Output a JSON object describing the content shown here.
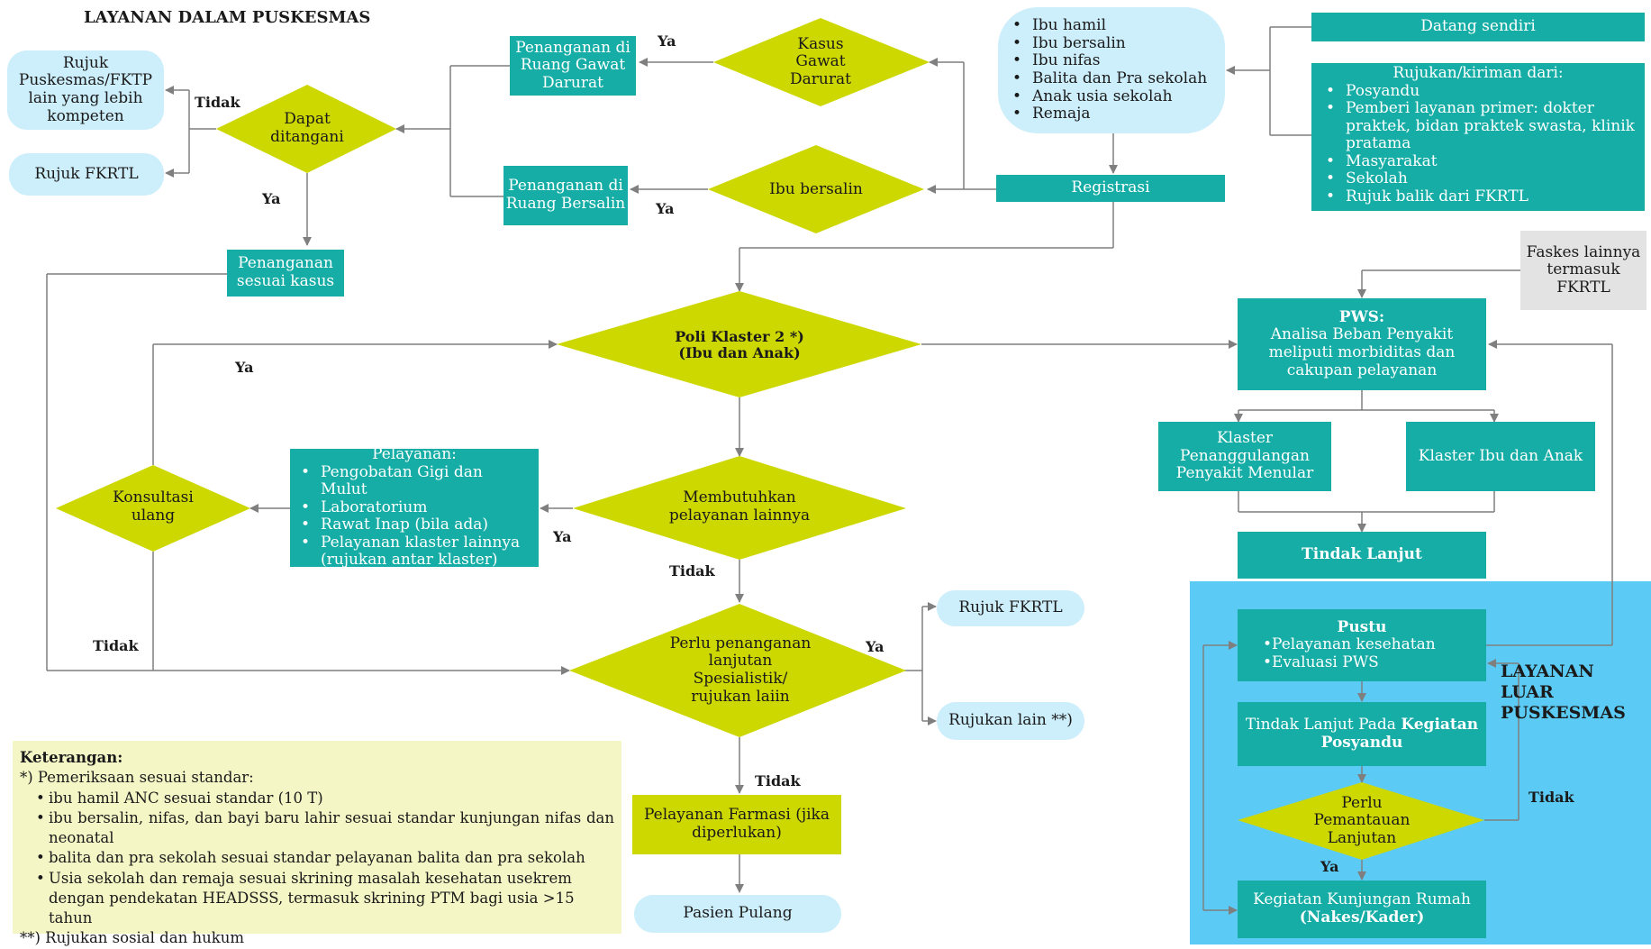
{
  "title": "LAYANAN DALAM PUSKESMAS",
  "outside_title": [
    "LAYANAN",
    "LUAR",
    "PUSKESMAS"
  ],
  "referral_top": {
    "rujuk_puskesmas": "Rujuk Puskesmas/FKTP lain yang lebih kompeten",
    "rujuk_fkrtl": "Rujuk FKRTL"
  },
  "decisions": {
    "dapat_ditangani": "Dapat ditangani",
    "kasus_gawat": "Kasus Gawat Darurat",
    "ibu_bersalin": "Ibu bersalin",
    "poli_line1": "Poli Klaster 2  *)",
    "poli_line2": "(Ibu dan Anak)",
    "membutuhkan": "Membutuhkan pelayanan lainnya",
    "konsultasi": "Konsultasi ulang",
    "perlu_lanjutan": "Perlu penanganan lanjutan Spesialistik/ rujukan laiin",
    "perlu_pemantauan": "Perlu Pemantauan Lanjutan"
  },
  "boxes": {
    "gawat_darurat": "Penanganan di Ruang Gawat Darurat",
    "ruang_bersalin": "Penanganan di Ruang Bersalin",
    "sesuai_kasus": "Penanganan sesuai kasus",
    "registrasi": "Registrasi",
    "datang_sendiri": "Datang sendiri",
    "rujukan_title": "Rujukan/kiriman dari:",
    "rujukan_items": [
      "Posyandu",
      "Pemberi layanan primer: dokter praktek, bidan praktek swasta, klinik pratama",
      "Masyarakat",
      "Sekolah",
      "Rujuk balik dari FKRTL"
    ],
    "target_items": [
      "Ibu hamil",
      "Ibu bersalin",
      "Ibu nifas",
      "Balita dan Pra sekolah",
      "Anak usia sekolah",
      "Remaja"
    ],
    "faskes": "Faskes lainnya termasuk FKRTL",
    "pws_title": "PWS:",
    "pws_body": "Analisa Beban Penyakit meliputi morbiditas dan cakupan pelayanan",
    "klaster_menular": "Klaster Penanggulangan Penyakit Menular",
    "klaster_ibu_anak": "Klaster Ibu dan Anak",
    "tindak_lanjut": "Tindak Lanjut",
    "pelayanan_title": "Pelayanan:",
    "pelayanan_items": [
      "Pengobatan Gigi dan Mulut",
      "Laboratorium",
      "Rawat Inap (bila ada)",
      "Pelayanan klaster lainnya (rujukan antar klaster)"
    ],
    "pustu_title": "Pustu",
    "pustu_items": [
      "•Pelayanan kesehatan",
      "•Evaluasi PWS"
    ],
    "tl_posyandu_1": "Tindak Lanjut Pada ",
    "tl_posyandu_2": "Kegiatan",
    "tl_posyandu_3": "Posyandu",
    "kunjungan_1": "Kegiatan Kunjungan Rumah",
    "kunjungan_2": "(Nakes/Kader)",
    "farmasi": "Pelayanan Farmasi (jika diperlukan)",
    "pasien_pulang": "Pasien Pulang",
    "rujuk_fkrtl_2": "Rujuk FKRTL",
    "rujukan_lain": "Rujukan lain **)"
  },
  "labels": {
    "ya": "Ya",
    "tidak": "Tidak"
  },
  "legend": {
    "title": "Keterangan:",
    "l1": "*) Pemeriksaan sesuai standar:",
    "items": [
      "ibu hamil ANC sesuai standar (10 T)",
      "ibu bersalin, nifas, dan bayi baru lahir sesuai standar kunjungan nifas dan neonatal",
      "balita dan pra sekolah sesuai standar pelayanan balita dan pra sekolah",
      "Usia sekolah dan remaja sesuai skrining masalah kesehatan usekrem dengan pendekatan HEADSSS, termasuk skrining PTM bagi usia >15 tahun"
    ],
    "l2": "**)  Rujukan sosial dan hukum"
  },
  "colors": {
    "teal": "#16ada6",
    "lime": "#cdd700",
    "light_blue_pill": "#cdeefb",
    "outside_panel": "#5bcbf5",
    "legend_bg": "#f5f6c6",
    "grey_box": "#e3e3e3"
  }
}
